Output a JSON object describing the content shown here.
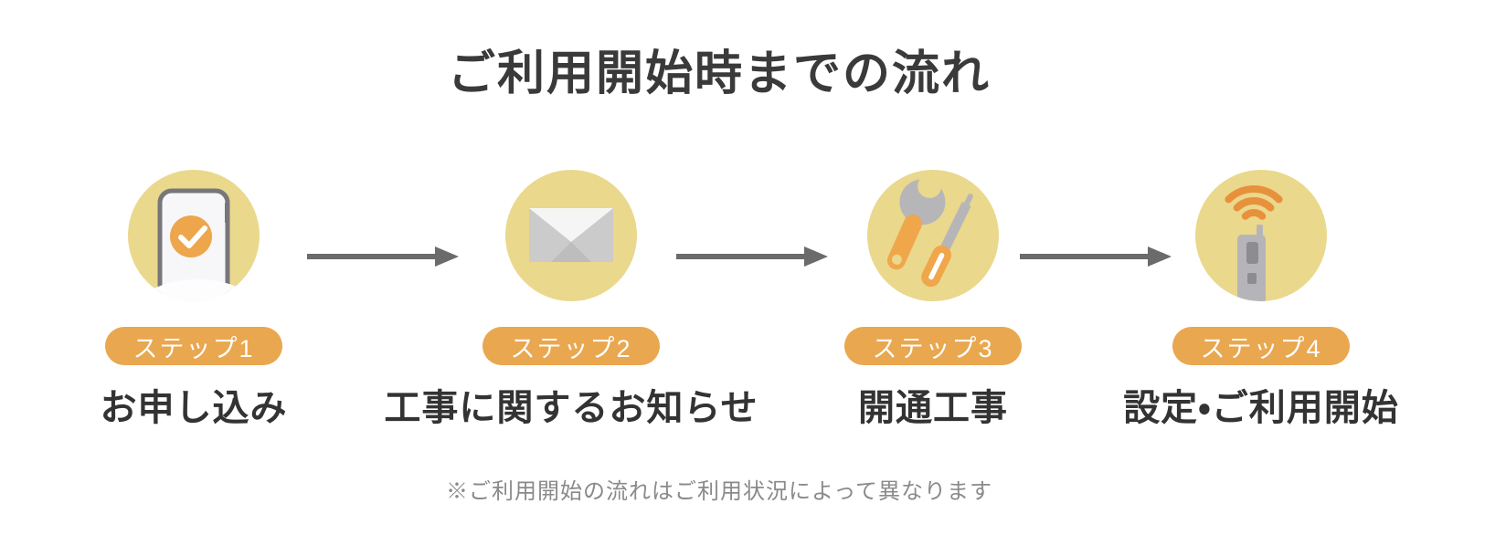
{
  "title": "ご利用開始時までの流れ",
  "note": "※ご利用開始の流れはご利用状況によって異なります",
  "steps": [
    {
      "badge": "ステップ1",
      "label": "お申し込み",
      "icon": "smartphone-check-icon"
    },
    {
      "badge": "ステップ2",
      "label": "工事に関するお知らせ",
      "icon": "envelope-icon"
    },
    {
      "badge": "ステップ3",
      "label": "開通工事",
      "icon": "wrench-screwdriver-icon"
    },
    {
      "badge": "ステップ4",
      "label": "設定・ご利用開始",
      "icon": "router-wifi-icon"
    }
  ],
  "colors": {
    "background": "#FFFFFF",
    "title_text": "#3A3A3A",
    "label_text": "#333333",
    "note_text": "#8A8A8A",
    "badge_text": "#FFFFFF",
    "circle_yellow": "#EAD88C",
    "badge_orange": "#E9A74F",
    "accent_orange": "#EDA64C",
    "tool_orange": "#F0A64A",
    "wifi_orange": "#E8913D",
    "arrow_gray": "#6B6B6B",
    "tool_gray": "#B6B6B9",
    "router_gray": "#B5B5B9",
    "router_dark_gray": "#8D8D91",
    "phone_body": "#F7F7F9",
    "phone_border": "#77777B",
    "envelope_white": "#F5F5F5",
    "envelope_gray": "#CBCBCB",
    "envelope_dark_gray": "#BDBDBD",
    "white_highlight": "#FDFDFD"
  }
}
